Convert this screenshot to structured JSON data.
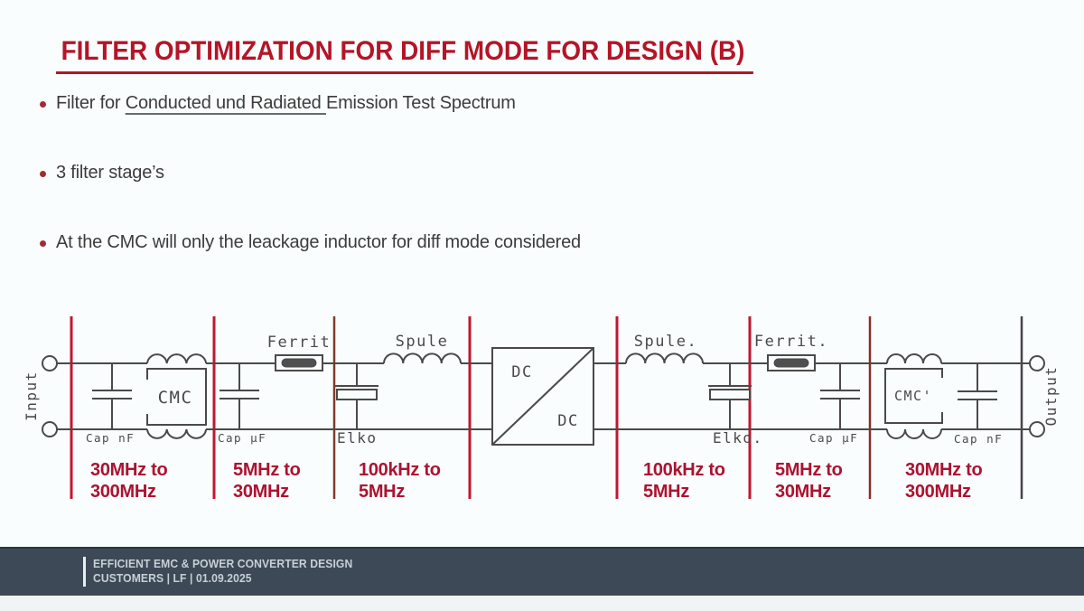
{
  "slide": {
    "title": "FILTER OPTIMIZATION FOR DIFF MODE FOR DESIGN (B)",
    "bullets": [
      {
        "pre": "Filter for ",
        "underlined": "Conducted und Radiated ",
        "post": "Emission Test Spectrum"
      },
      {
        "pre": "3 filter stage’s",
        "underlined": "",
        "post": ""
      },
      {
        "pre": "At the CMC will only the leackage inductor for diff mode considered",
        "underlined": "",
        "post": ""
      }
    ]
  },
  "diagram": {
    "input_label": "Input",
    "output_label": "Output",
    "components": {
      "cap_nf_left": "Cap nF",
      "cmc_left": "CMC",
      "cap_uf_left": "Cap µF",
      "ferrit_left": "Ferrit",
      "elko_left": "Elko",
      "spule_left": "Spule",
      "dc_top": "DC",
      "dc_bottom": "DC",
      "spule_right": "Spule.",
      "elko_right": "Elko.",
      "ferrit_right": "Ferrit.",
      "cap_uf_right": "Cap µF",
      "cmc_right": "CMC'",
      "cap_nf_right": "Cap nF"
    },
    "frequency_bands": [
      {
        "line1": "30MHz to",
        "line2": "300MHz"
      },
      {
        "line1": "5MHz to",
        "line2": "30MHz"
      },
      {
        "line1": "100kHz to",
        "line2": "5MHz"
      },
      {
        "line1": "100kHz to",
        "line2": "5MHz"
      },
      {
        "line1": "5MHz to",
        "line2": "30MHz"
      },
      {
        "line1": "30MHz to",
        "line2": "300MHz"
      }
    ],
    "colors": {
      "accent_red": "#b41527",
      "frequency_text_red": "#ad1230",
      "divider_bright_red": "#c11731",
      "divider_dark_red": "#8a2b2b",
      "divider_dark_maroon": "#7e3a2b",
      "divider_dark_gray": "#45454c",
      "circuit_gray": "#4a4a4a",
      "footer_bg": "#3d4956"
    }
  },
  "footer": {
    "line1": "EFFICIENT EMC & POWER CONVERTER DESIGN",
    "line2": "CUSTOMERS | LF | 01.09.2025"
  }
}
